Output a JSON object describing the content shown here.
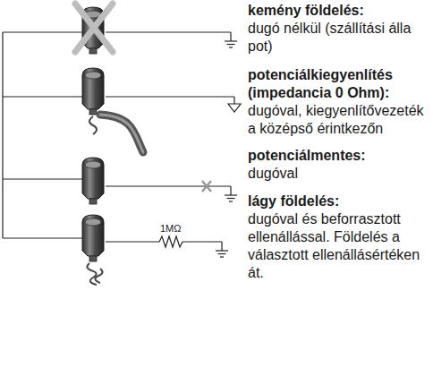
{
  "diagram": {
    "labels": [
      "kemény földelés:",
      "dugó nélkül (szállítási álla pot)",
      "potenciálkiegyenlítés (impedancia 0 Ohm):",
      "dugóval, kiegyenlítővezeték a középső érintkezőn",
      "potenciálmentes:",
      "dugóval",
      "lágy földelés:",
      "dugóval és beforrasztott ellenállással. Földelés a választott ellenállásértéken át.",
      "1MΩ"
    ]
  }
}
